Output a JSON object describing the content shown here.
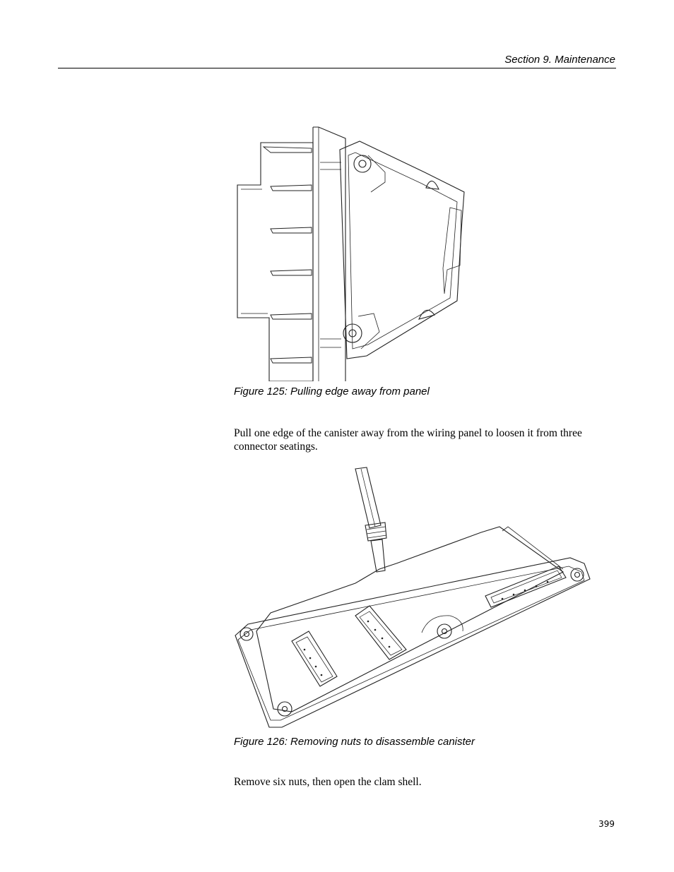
{
  "header": {
    "section": "Section 9.  Maintenance"
  },
  "figures": [
    {
      "caption": "Figure 125: Pulling edge away from panel"
    },
    {
      "caption": "Figure 126: Removing nuts to disassemble canister"
    }
  ],
  "paragraphs": [
    "Pull one edge of the canister away from the wiring panel to loosen it from three connector seatings.",
    "Remove six nuts, then open the clam shell."
  ],
  "footer": {
    "page_number": "399"
  }
}
